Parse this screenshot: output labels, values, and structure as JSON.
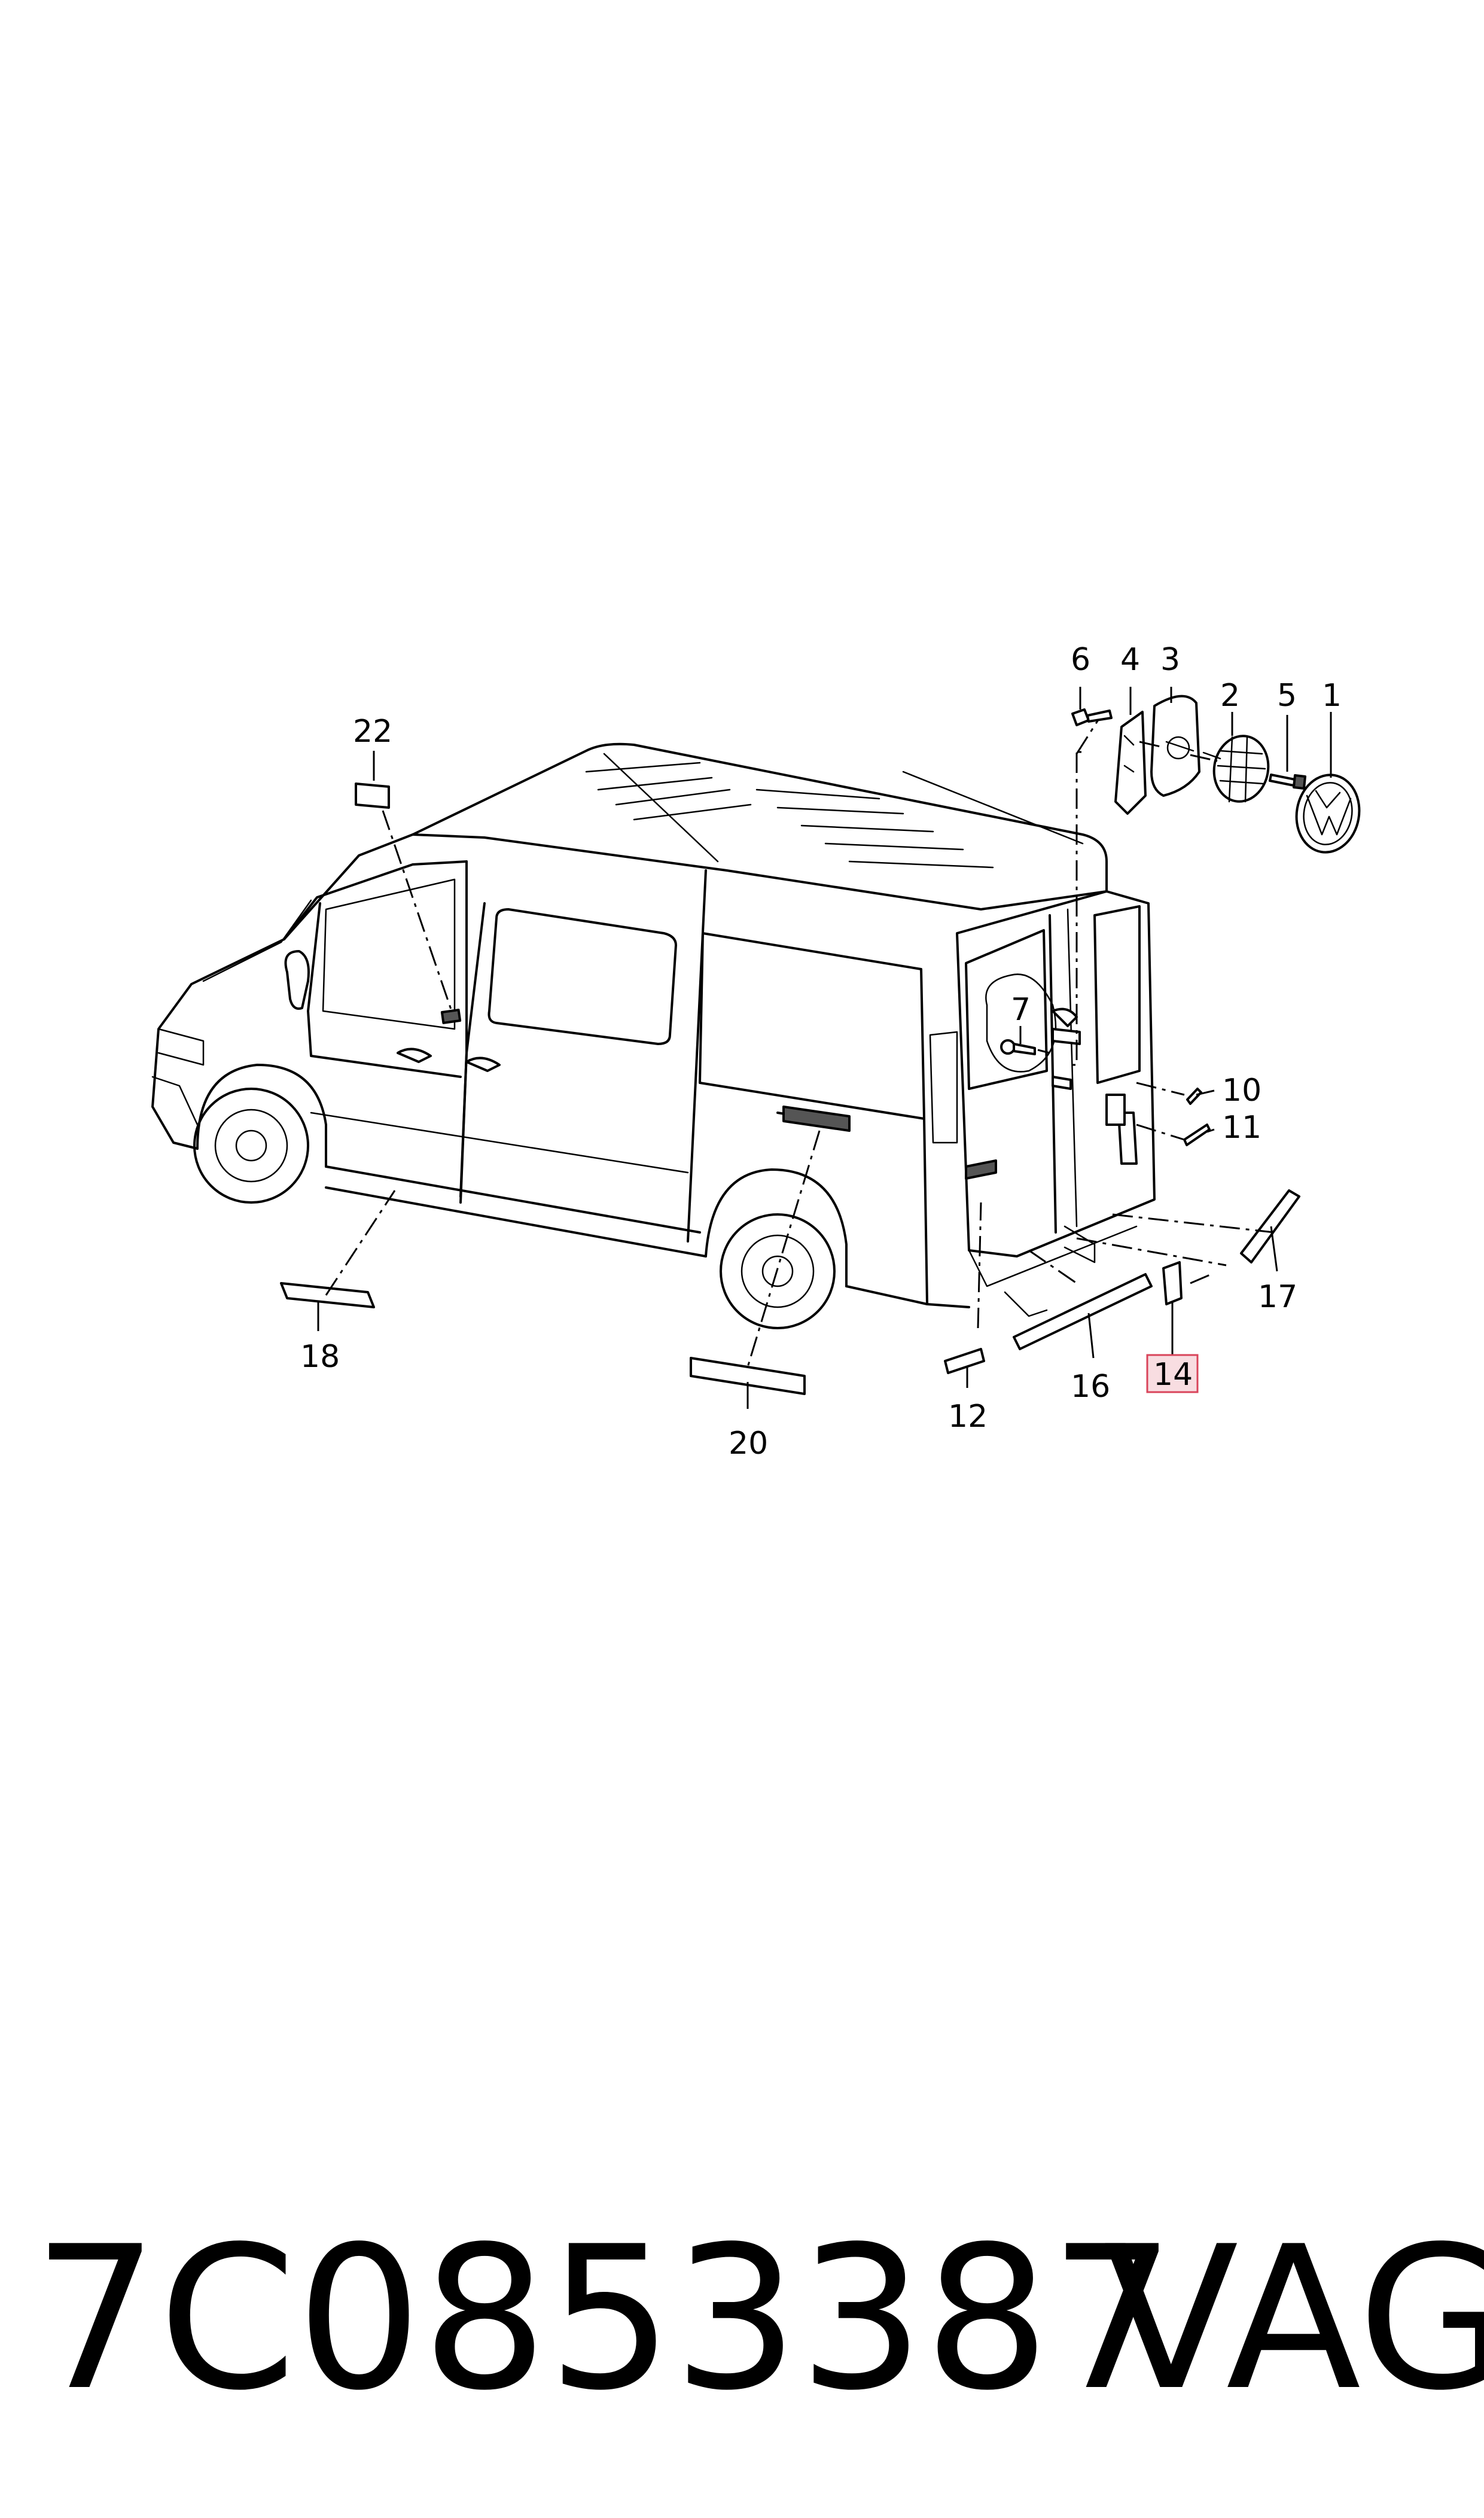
{
  "footer": {
    "part_number": "7C0853387",
    "brand": "VAG"
  },
  "callouts": [
    {
      "id": "c1",
      "label": "1"
    },
    {
      "id": "c2",
      "label": "2"
    },
    {
      "id": "c3",
      "label": "3"
    },
    {
      "id": "c4",
      "label": "4"
    },
    {
      "id": "c5",
      "label": "5"
    },
    {
      "id": "c6",
      "label": "6"
    },
    {
      "id": "c7",
      "label": "7"
    },
    {
      "id": "c10",
      "label": "10"
    },
    {
      "id": "c11",
      "label": "11"
    },
    {
      "id": "c12",
      "label": "12"
    },
    {
      "id": "c14",
      "label": "14",
      "highlighted": true
    },
    {
      "id": "c16",
      "label": "16"
    },
    {
      "id": "c17",
      "label": "17"
    },
    {
      "id": "c18",
      "label": "18"
    },
    {
      "id": "c20",
      "label": "20"
    },
    {
      "id": "c22",
      "label": "22"
    }
  ],
  "colors": {
    "line": "#000000",
    "highlight_fill": "#f8dde1",
    "highlight_stroke": "#d9445a"
  }
}
